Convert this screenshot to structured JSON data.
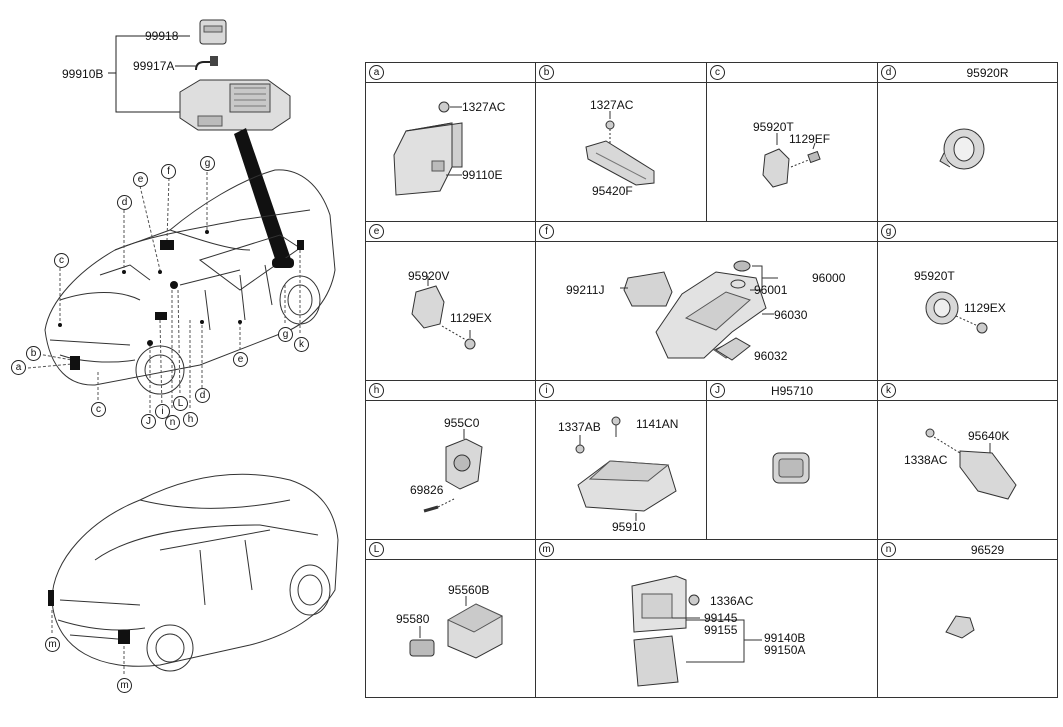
{
  "overview": {
    "top_module": {
      "group_label": "99910B",
      "part1": "99918",
      "part2": "99917A"
    },
    "front_view_callouts": [
      "a",
      "b",
      "c",
      "c",
      "d",
      "d",
      "e",
      "e",
      "f",
      "g",
      "g",
      "h",
      "i",
      "J",
      "L",
      "n",
      "k"
    ],
    "rear_view_callouts": [
      "m",
      "m"
    ]
  },
  "cells": [
    {
      "letter": "a",
      "code": "",
      "parts": [
        "1327AC",
        "99110E"
      ]
    },
    {
      "letter": "b",
      "code": "",
      "parts": [
        "1327AC",
        "95420F"
      ]
    },
    {
      "letter": "c",
      "code": "",
      "parts": [
        "95920T",
        "1129EF"
      ]
    },
    {
      "letter": "d",
      "code": "95920R",
      "parts": []
    },
    {
      "letter": "e",
      "code": "",
      "parts": [
        "95920V",
        "1129EX"
      ]
    },
    {
      "letter": "f",
      "code": "",
      "parts": [
        "99211J",
        "96001",
        "96000",
        "96030",
        "96032"
      ]
    },
    {
      "letter": "g",
      "code": "",
      "parts": [
        "95920T",
        "1129EX"
      ]
    },
    {
      "letter": "h",
      "code": "",
      "parts": [
        "955C0",
        "69826"
      ]
    },
    {
      "letter": "i",
      "code": "",
      "parts": [
        "1337AB",
        "1141AN",
        "95910"
      ]
    },
    {
      "letter": "J",
      "code": "H95710",
      "parts": []
    },
    {
      "letter": "k",
      "code": "",
      "parts": [
        "1338AC",
        "95640K"
      ]
    },
    {
      "letter": "L",
      "code": "",
      "parts": [
        "95560B",
        "95580"
      ]
    },
    {
      "letter": "m",
      "code": "",
      "parts": [
        "1336AC",
        "99145",
        "99155",
        "99140B",
        "99150A"
      ]
    },
    {
      "letter": "n",
      "code": "96529",
      "parts": []
    }
  ]
}
